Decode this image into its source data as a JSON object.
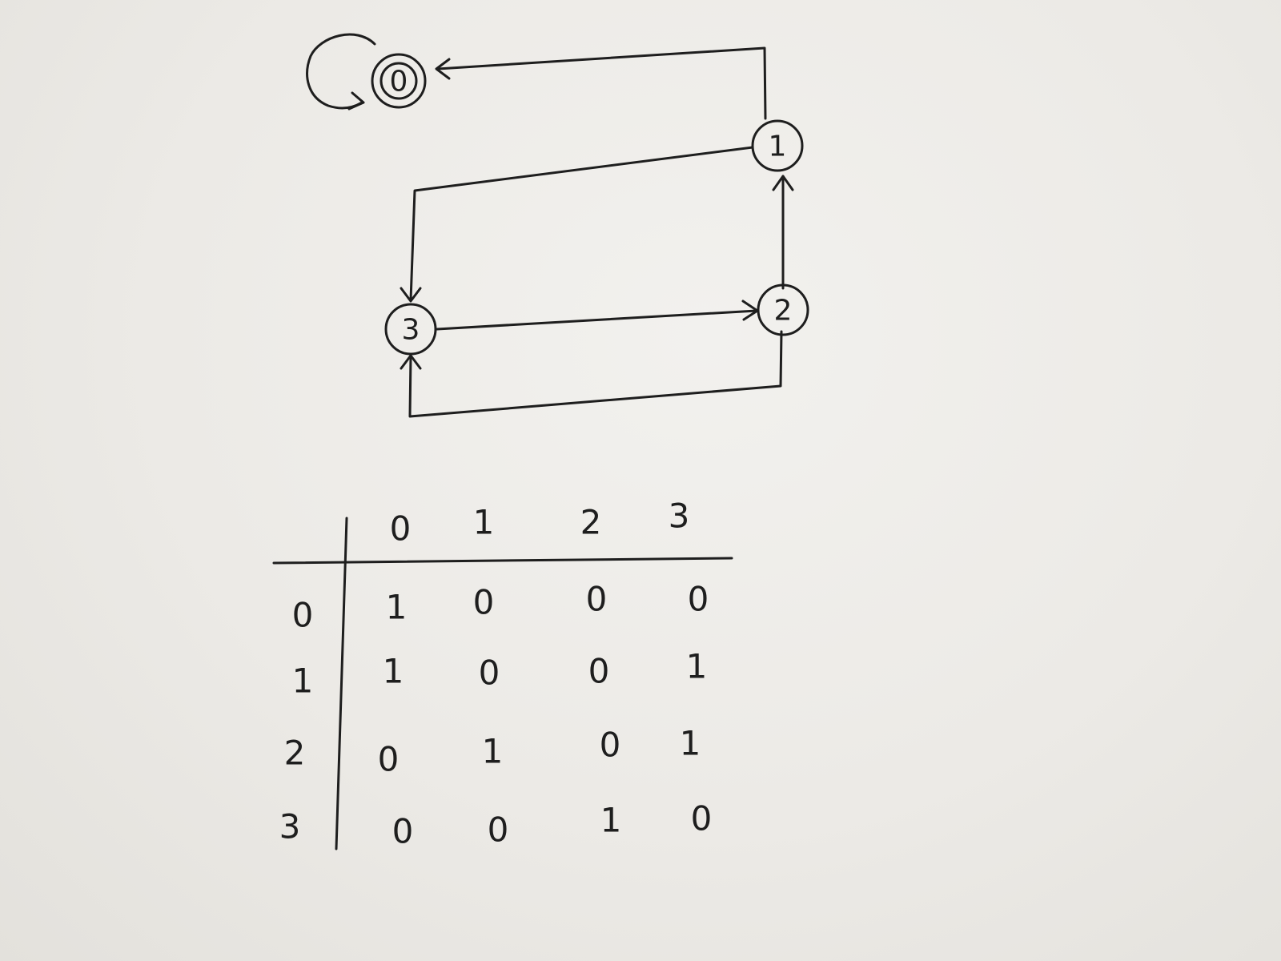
{
  "graph": {
    "nodes": [
      {
        "id": "0",
        "label": "0",
        "accepting": true
      },
      {
        "id": "1",
        "label": "1"
      },
      {
        "id": "2",
        "label": "2"
      },
      {
        "id": "3",
        "label": "3"
      }
    ],
    "edges": [
      {
        "from": "0",
        "to": "0"
      },
      {
        "from": "1",
        "to": "0"
      },
      {
        "from": "1",
        "to": "3"
      },
      {
        "from": "2",
        "to": "1"
      },
      {
        "from": "2",
        "to": "3"
      },
      {
        "from": "3",
        "to": "2"
      }
    ]
  },
  "matrix": {
    "col_headers": [
      "0",
      "1",
      "2",
      "3"
    ],
    "row_headers": [
      "0",
      "1",
      "2",
      "3"
    ],
    "rows": [
      [
        "1",
        "0",
        "0",
        "0"
      ],
      [
        "1",
        "0",
        "0",
        "1"
      ],
      [
        "0",
        "1",
        "0",
        "1"
      ],
      [
        "0",
        "0",
        "1",
        "0"
      ]
    ]
  },
  "colors": {
    "ink": "#1e1e1e",
    "paper": "#ebeae6"
  }
}
